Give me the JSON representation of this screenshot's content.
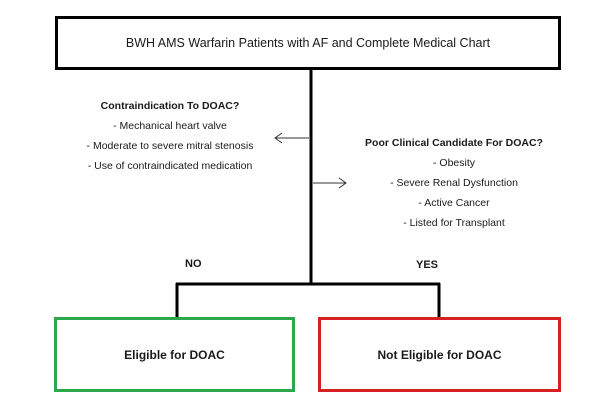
{
  "top_box": {
    "text": "BWH AMS Warfarin Patients with AF and Complete Medical Chart"
  },
  "contraindication": {
    "heading": "Contraindication To DOAC?",
    "items": [
      "- Mechanical heart valve",
      "- Moderate to severe mitral stenosis",
      "- Use of contraindicated medication"
    ]
  },
  "poor_candidate": {
    "heading": "Poor Clinical Candidate For DOAC?",
    "items": [
      "- Obesity",
      "- Severe Renal Dysfunction",
      "- Active Cancer",
      "- Listed for Transplant"
    ]
  },
  "branches": {
    "no": "NO",
    "yes": "YES"
  },
  "outcomes": {
    "eligible": "Eligible for DOAC",
    "not_eligible": "Not Eligible for DOAC"
  },
  "colors": {
    "eligible_border": "#2aa84a",
    "not_eligible_border": "#d42020",
    "top_border": "#000000"
  }
}
